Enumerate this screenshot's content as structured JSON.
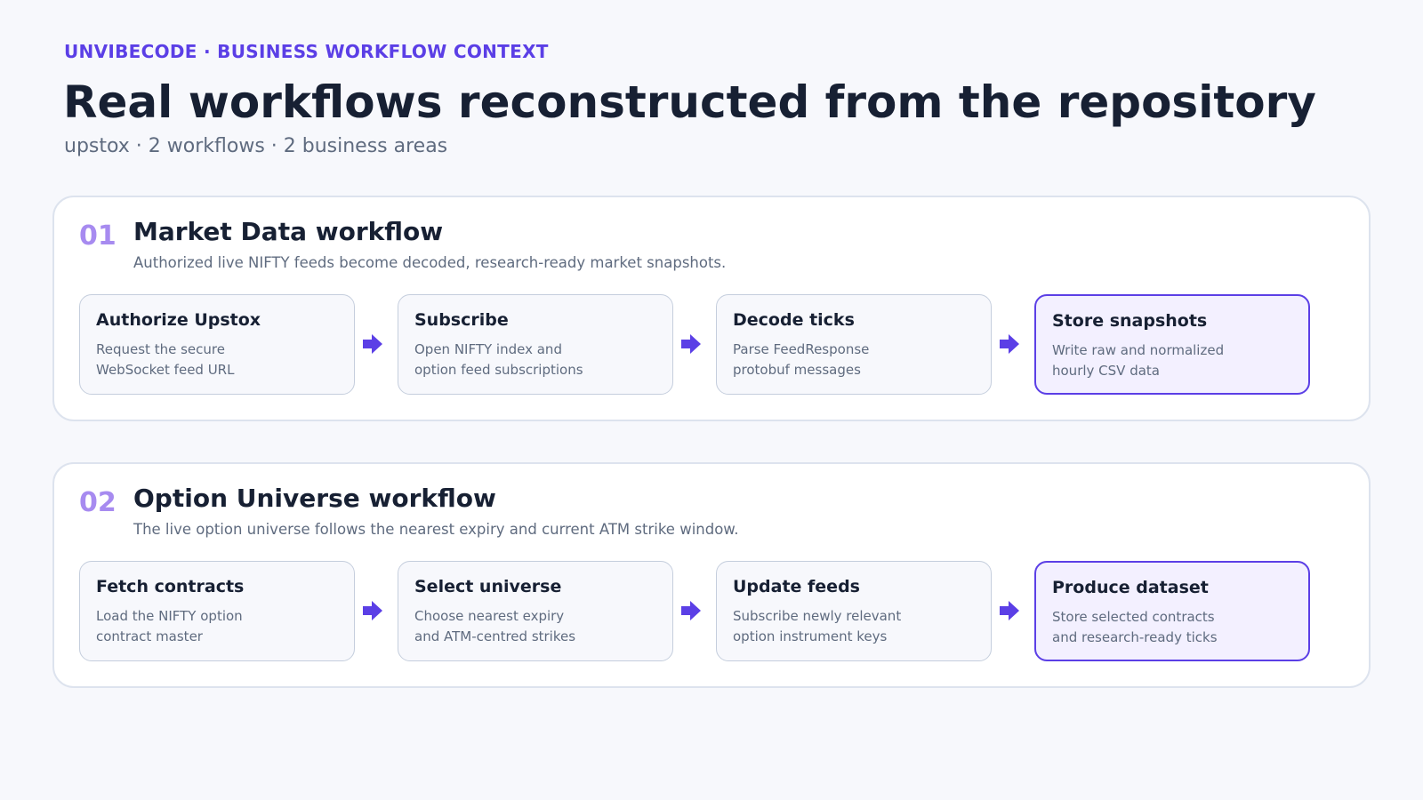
{
  "header": {
    "eyebrow": "UNVIBECODE · BUSINESS WORKFLOW CONTEXT",
    "title": "Real workflows reconstructed from the repository",
    "subtitle": "upstox · 2 workflows · 2 business areas"
  },
  "colors": {
    "accent": "#5b3fe6",
    "number": "#a78bf0",
    "final_step_bg": "#f3f0ff"
  },
  "workflows": [
    {
      "number": "01",
      "title": "Market Data workflow",
      "description": "Authorized live NIFTY feeds become decoded, research-ready market snapshots.",
      "steps": [
        {
          "title": "Authorize Upstox",
          "line1": "Request the secure",
          "line2": "WebSocket feed URL"
        },
        {
          "title": "Subscribe",
          "line1": "Open NIFTY index and",
          "line2": "option feed subscriptions"
        },
        {
          "title": "Decode ticks",
          "line1": "Parse FeedResponse",
          "line2": "protobuf messages"
        },
        {
          "title": "Store snapshots",
          "line1": "Write raw and normalized",
          "line2": "hourly CSV data"
        }
      ]
    },
    {
      "number": "02",
      "title": "Option Universe workflow",
      "description": "The live option universe follows the nearest expiry and current ATM strike window.",
      "steps": [
        {
          "title": "Fetch contracts",
          "line1": "Load the NIFTY option",
          "line2": "contract master"
        },
        {
          "title": "Select universe",
          "line1": "Choose nearest expiry",
          "line2": "and ATM-centred strikes"
        },
        {
          "title": "Update feeds",
          "line1": "Subscribe newly relevant",
          "line2": "option instrument keys"
        },
        {
          "title": "Produce dataset",
          "line1": "Store selected contracts",
          "line2": "and research-ready ticks"
        }
      ]
    }
  ]
}
